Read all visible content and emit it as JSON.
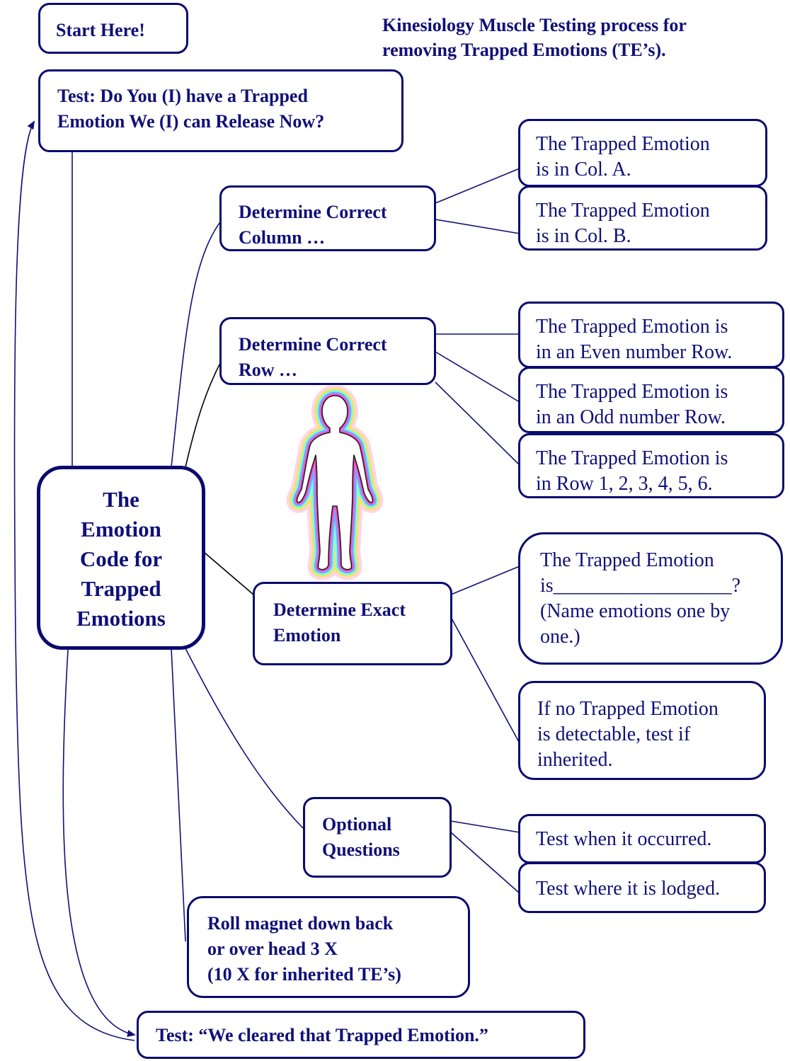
{
  "title": "Kinesiology Muscle Testing process for\nremoving Trapped Emotions (TE’s).",
  "start": "Start Here!",
  "test_question": "Test: Do You (I) have a Trapped\nEmotion We (I) can Release Now?",
  "center": "The\nEmotion\nCode for\nTrapped\nEmotions",
  "nodes": {
    "column": "Determine Correct\nColumn …",
    "row": "Determine Correct\nRow …",
    "exact": "Determine Exact\nEmotion",
    "optional": "Optional\nQuestions",
    "magnet": "Roll magnet down back\nor over head 3 X\n(10 X for inherited TE’s)",
    "cleared": "Test: “We cleared that Trapped Emotion.”"
  },
  "leaves": {
    "col_a": "The Trapped Emotion\nis in Col. A.",
    "col_b": "The Trapped Emotion\nis in Col. B.",
    "row_even": "The Trapped Emotion is\nin an Even number Row.",
    "row_odd": "The Trapped Emotion is\nin an Odd number Row.",
    "row_num": "The Trapped Emotion is\nin Row 1, 2, 3, 4, 5, 6.",
    "exact_name": "The Trapped Emotion\nis__________________?\n(Name emotions one by\none.)",
    "inherited": "If no Trapped Emotion\nis detectable, test if\ninherited.",
    "when": "Test when it occurred.",
    "where": "Test where it is lodged."
  },
  "figure_icon": "human-aura-figure",
  "colors": {
    "text": "#101078",
    "border": "#0a0a6e",
    "line": "#101078"
  }
}
